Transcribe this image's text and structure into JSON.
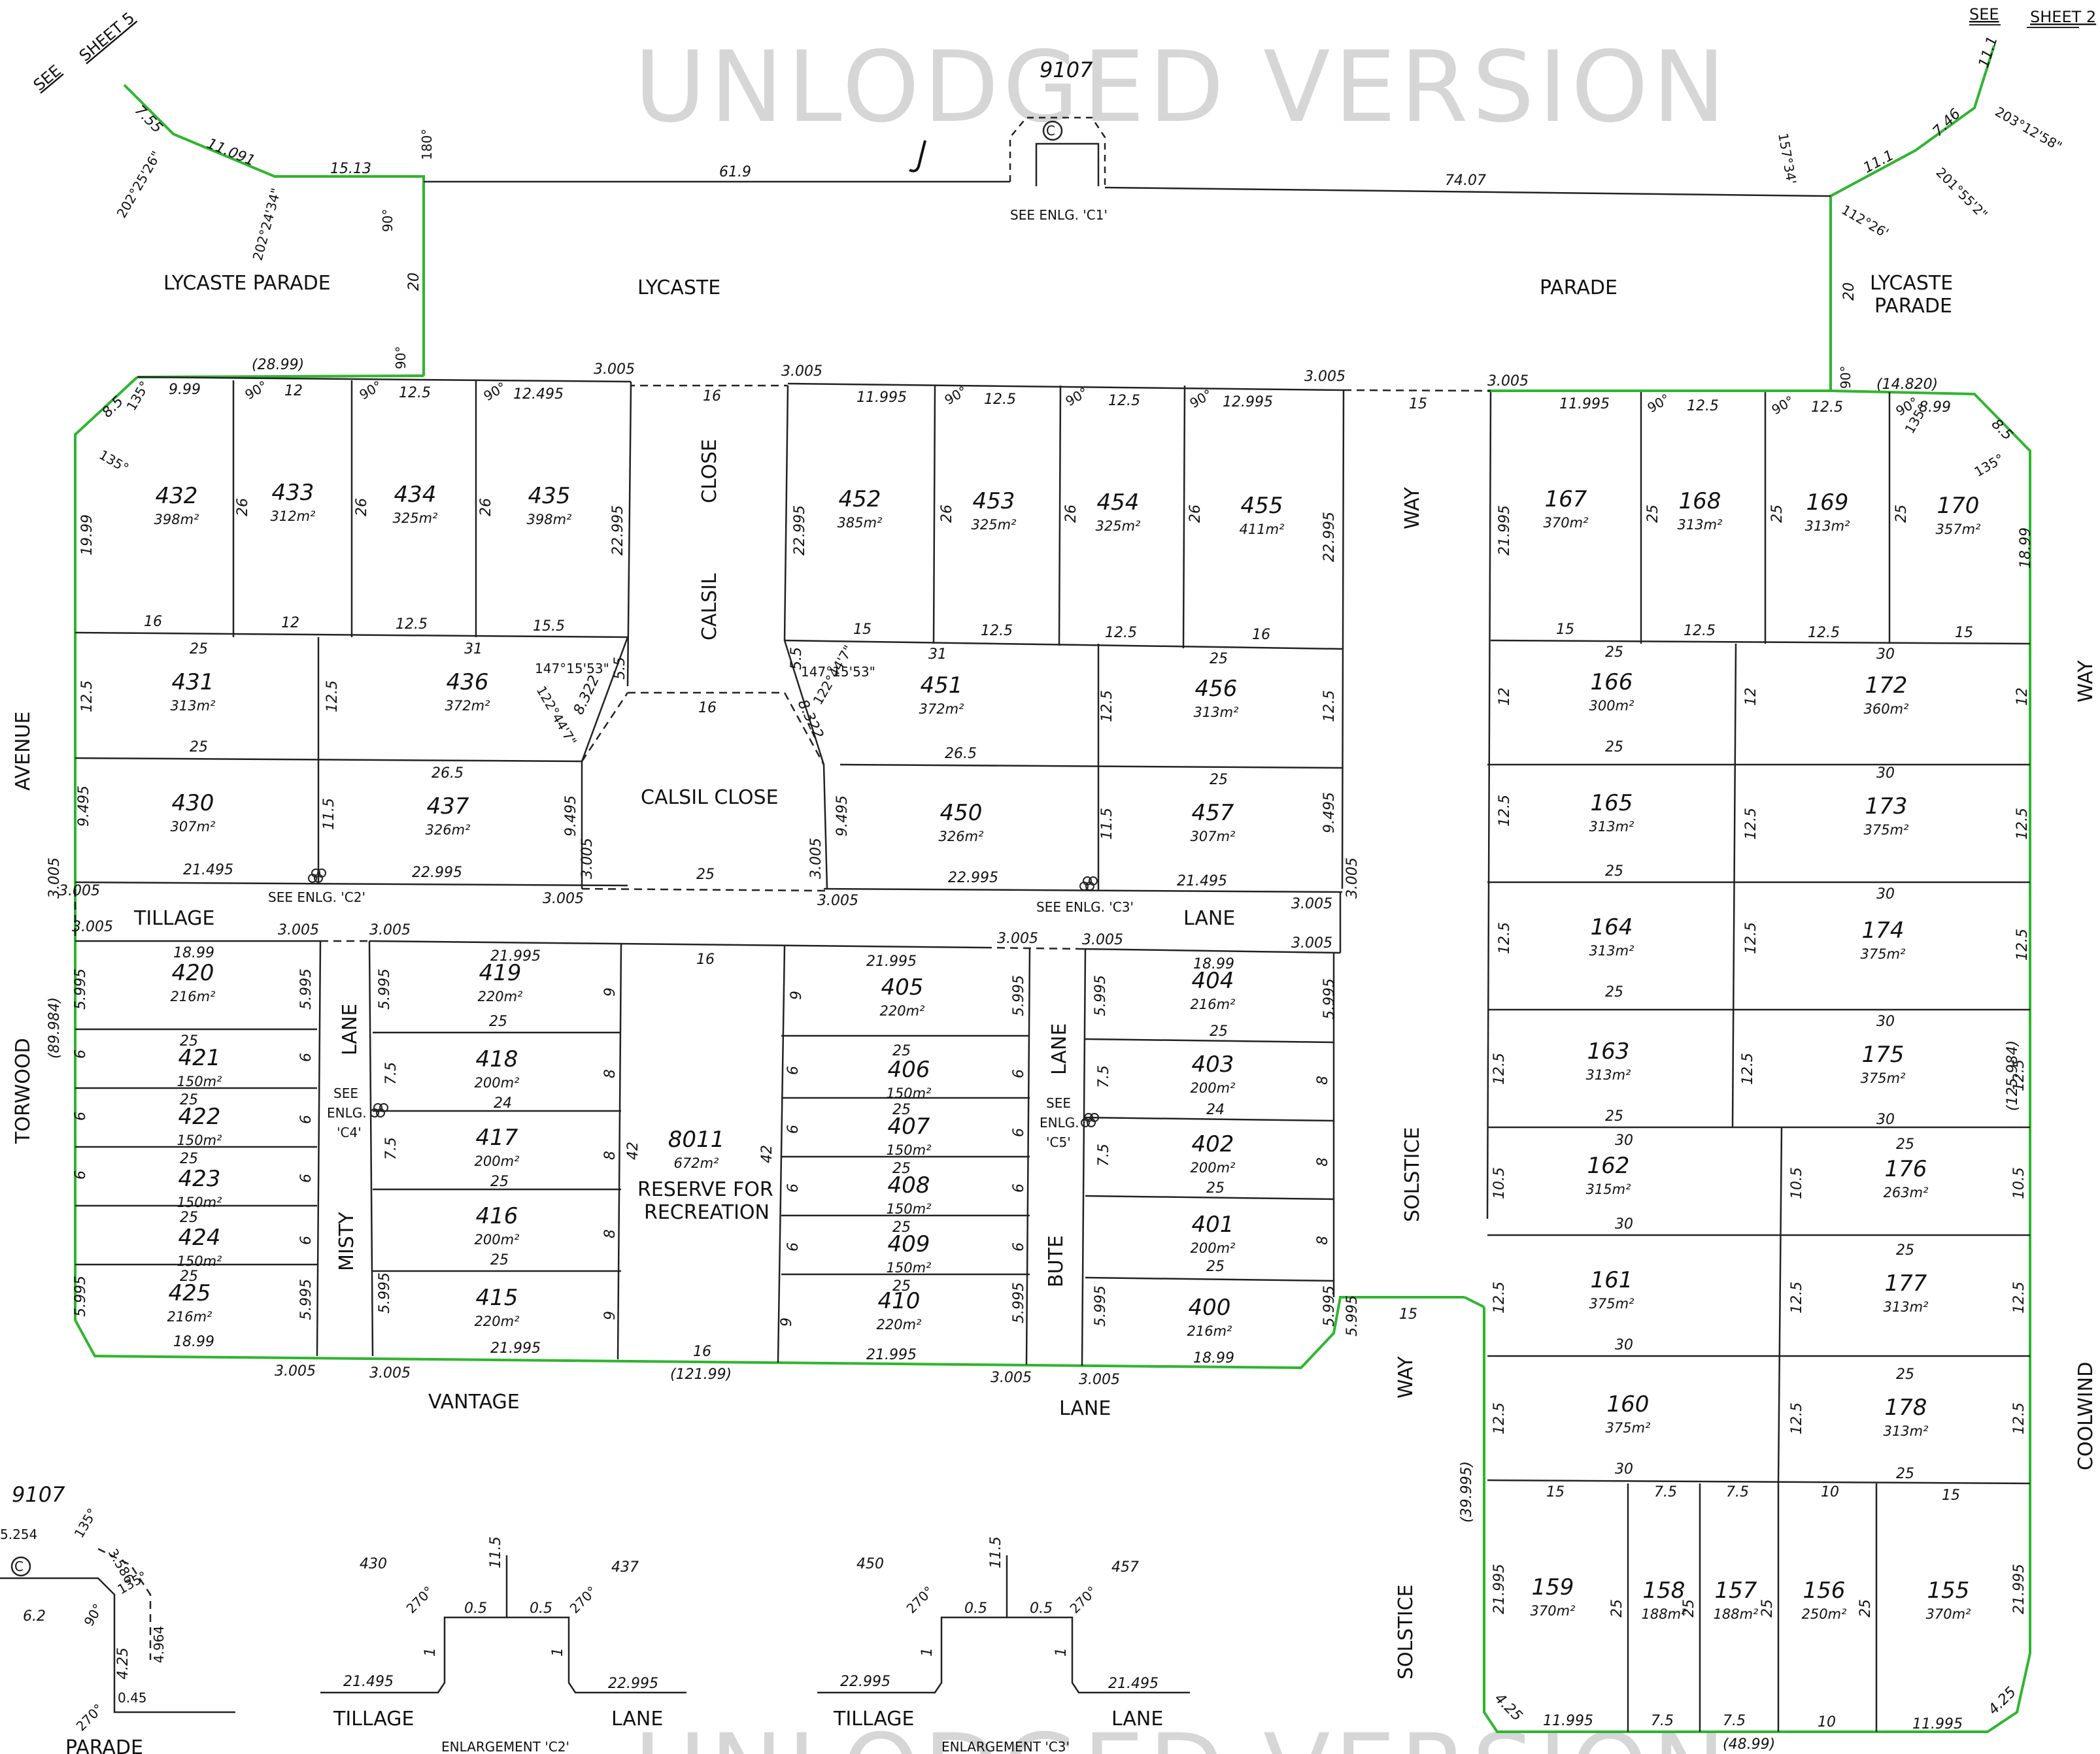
{
  "watermark": "UNLODGED VERSION",
  "parcel_top": "9107",
  "parcel_left": "9107",
  "see_sheet_top_right": {
    "see": "SEE",
    "sheet": "SHEET 2"
  },
  "see_sheet_top_left": {
    "see": "SEE",
    "sheet": "SHEET 5"
  },
  "streets": {
    "lycaste_parade_left": "LYCASTE  PARADE",
    "lycaste": "LYCASTE",
    "parade": "PARADE",
    "lycaste_parade_right_1": "LYCASTE",
    "lycaste_parade_right_2": "PARADE",
    "calsil_close_h": "CALSIL CLOSE",
    "calsil_v": "CALSIL",
    "close_v": "CLOSE",
    "way_top": "WAY",
    "way_right": "WAY",
    "avenue": "AVENUE",
    "torwood": "TORWOOD",
    "tillage": "TILLAGE",
    "lane_top": "LANE",
    "misty": "MISTY",
    "lane_misty": "LANE",
    "bute": "BUTE",
    "lane_bute": "LANE",
    "vantage": "VANTAGE",
    "lane_bottom": "LANE",
    "solstice_1": "SOLSTICE",
    "way_mid": "WAY",
    "solstice_2": "SOLSTICE",
    "coolwind": "COOLWIND",
    "reserve_1": "RESERVE FOR",
    "reserve_2": "RECREATION",
    "parade_bottom": "PARADE"
  },
  "enlargement_notes": {
    "c1": "SEE ENLG. 'C1'",
    "c2": "SEE ENLG. 'C2'",
    "c3": "SEE ENLG. 'C3'",
    "c4_1": "SEE",
    "c4_2": "ENLG.",
    "c4_3": "'C4'",
    "c5_1": "SEE",
    "c5_2": "ENLG.",
    "c5_3": "'C5'",
    "enl_c2_title": "ENLARGEMENT  'C2'",
    "enl_c3_title": "ENLARGEMENT  'C3'",
    "c_symbol": "C"
  },
  "lots": [
    {
      "n": "432",
      "a": "398m²"
    },
    {
      "n": "433",
      "a": "312m²"
    },
    {
      "n": "434",
      "a": "325m²"
    },
    {
      "n": "435",
      "a": "398m²"
    },
    {
      "n": "452",
      "a": "385m²"
    },
    {
      "n": "453",
      "a": "325m²"
    },
    {
      "n": "454",
      "a": "325m²"
    },
    {
      "n": "455",
      "a": "411m²"
    },
    {
      "n": "167",
      "a": "370m²"
    },
    {
      "n": "168",
      "a": "313m²"
    },
    {
      "n": "169",
      "a": "313m²"
    },
    {
      "n": "170",
      "a": "357m²"
    },
    {
      "n": "431",
      "a": "313m²"
    },
    {
      "n": "436",
      "a": "372m²"
    },
    {
      "n": "451",
      "a": "372m²"
    },
    {
      "n": "456",
      "a": "313m²"
    },
    {
      "n": "166",
      "a": "300m²"
    },
    {
      "n": "172",
      "a": "360m²"
    },
    {
      "n": "430",
      "a": "307m²"
    },
    {
      "n": "437",
      "a": "326m²"
    },
    {
      "n": "450",
      "a": "326m²"
    },
    {
      "n": "457",
      "a": "307m²"
    },
    {
      "n": "165",
      "a": "313m²"
    },
    {
      "n": "173",
      "a": "375m²"
    },
    {
      "n": "164",
      "a": "313m²"
    },
    {
      "n": "174",
      "a": "375m²"
    },
    {
      "n": "420",
      "a": "216m²"
    },
    {
      "n": "419",
      "a": "220m²"
    },
    {
      "n": "405",
      "a": "220m²"
    },
    {
      "n": "404",
      "a": "216m²"
    },
    {
      "n": "421",
      "a": "150m²"
    },
    {
      "n": "418",
      "a": "200m²"
    },
    {
      "n": "406",
      "a": "150m²"
    },
    {
      "n": "403",
      "a": "200m²"
    },
    {
      "n": "422",
      "a": "150m²"
    },
    {
      "n": "417",
      "a": "200m²"
    },
    {
      "n": "407",
      "a": "150m²"
    },
    {
      "n": "402",
      "a": "200m²"
    },
    {
      "n": "423",
      "a": "150m²"
    },
    {
      "n": "408",
      "a": "150m²"
    },
    {
      "n": "424",
      "a": "150m²"
    },
    {
      "n": "416",
      "a": "200m²"
    },
    {
      "n": "409",
      "a": "150m²"
    },
    {
      "n": "401",
      "a": "200m²"
    },
    {
      "n": "425",
      "a": "216m²"
    },
    {
      "n": "415",
      "a": "220m²"
    },
    {
      "n": "410",
      "a": "220m²"
    },
    {
      "n": "400",
      "a": "216m²"
    },
    {
      "n": "8011",
      "a": "672m²"
    },
    {
      "n": "163",
      "a": "313m²"
    },
    {
      "n": "175",
      "a": "375m²"
    },
    {
      "n": "162",
      "a": "315m²"
    },
    {
      "n": "176",
      "a": "263m²"
    },
    {
      "n": "161",
      "a": "375m²"
    },
    {
      "n": "177",
      "a": "313m²"
    },
    {
      "n": "160",
      "a": "375m²"
    },
    {
      "n": "178",
      "a": "313m²"
    },
    {
      "n": "159",
      "a": "370m²"
    },
    {
      "n": "158",
      "a": "188m²"
    },
    {
      "n": "157",
      "a": "188m²"
    },
    {
      "n": "156",
      "a": "250m²"
    },
    {
      "n": "155",
      "a": "370m²"
    }
  ],
  "dims": {
    "d_7_55": "7.55",
    "d_11_091": "11.091",
    "d_15_13": "15.13",
    "d_61_9": "61.9",
    "d_74_07": "74.07",
    "d_11_1a": "11.1",
    "d_7_46": "7.46",
    "d_11_1b": "11.1",
    "b_202_25": "202°25'26\"",
    "b_202_24": "202°24'34\"",
    "b_203_12": "203°12'58\"",
    "b_201_55": "201°55'2\"",
    "b_157_34": "157°34'",
    "b_112_26": "112°26'",
    "b_180": "180°",
    "d_20a": "20",
    "d_20b": "20",
    "d_28_99": "(28.99)",
    "d_14_820": "(14.820)",
    "d_89_984": "(89.984)",
    "d_125_984": "(125.984)",
    "d_121_99": "(121.99)",
    "d_39_995": "(39.995)",
    "d_48_99": "(48.99)",
    "d_3_005": "3.005",
    "d_9_99": "9.99",
    "d_12": "12",
    "d_12_5": "12.5",
    "d_12_495": "12.495",
    "d_16": "16",
    "d_11_995": "11.995",
    "d_12_995": "12.995",
    "d_15": "15",
    "d_8_99": "8.99",
    "d_8_5": "8.5",
    "d_19_99": "19.99",
    "d_18_99": "18.99",
    "d_26": "26",
    "d_25": "25",
    "d_22_995": "22.995",
    "d_21_995": "21.995",
    "d_15_5": "15.5",
    "d_31": "31",
    "d_30": "30",
    "d_26_5": "26.5",
    "d_21_495": "21.495",
    "d_9_495": "9.495",
    "d_11_5": "11.5",
    "d_8_322": "8.322",
    "d_5_5": "5.5",
    "d_4_25": "4.25",
    "b_147": "147°15'53\"",
    "b_122": "122°44'7\"",
    "d_5_995": "5.995",
    "d_6": "6",
    "d_7_5": "7.5",
    "d_8": "8",
    "d_9": "9",
    "d_42": "42",
    "d_24": "24",
    "d_10_5": "10.5",
    "d_10": "10",
    "a_90": "90°",
    "a_135": "135°",
    "a_270": "270°",
    "e_0_5": "0.5",
    "e_1": "1",
    "e_6_2": "6.2",
    "e_0_45": "0.45",
    "e_4_964": "4.964",
    "e_5_254": "5.254",
    "e_3_586": "3.586",
    "e_430": "430",
    "e_437": "437",
    "e_450": "450",
    "e_457": "457"
  }
}
